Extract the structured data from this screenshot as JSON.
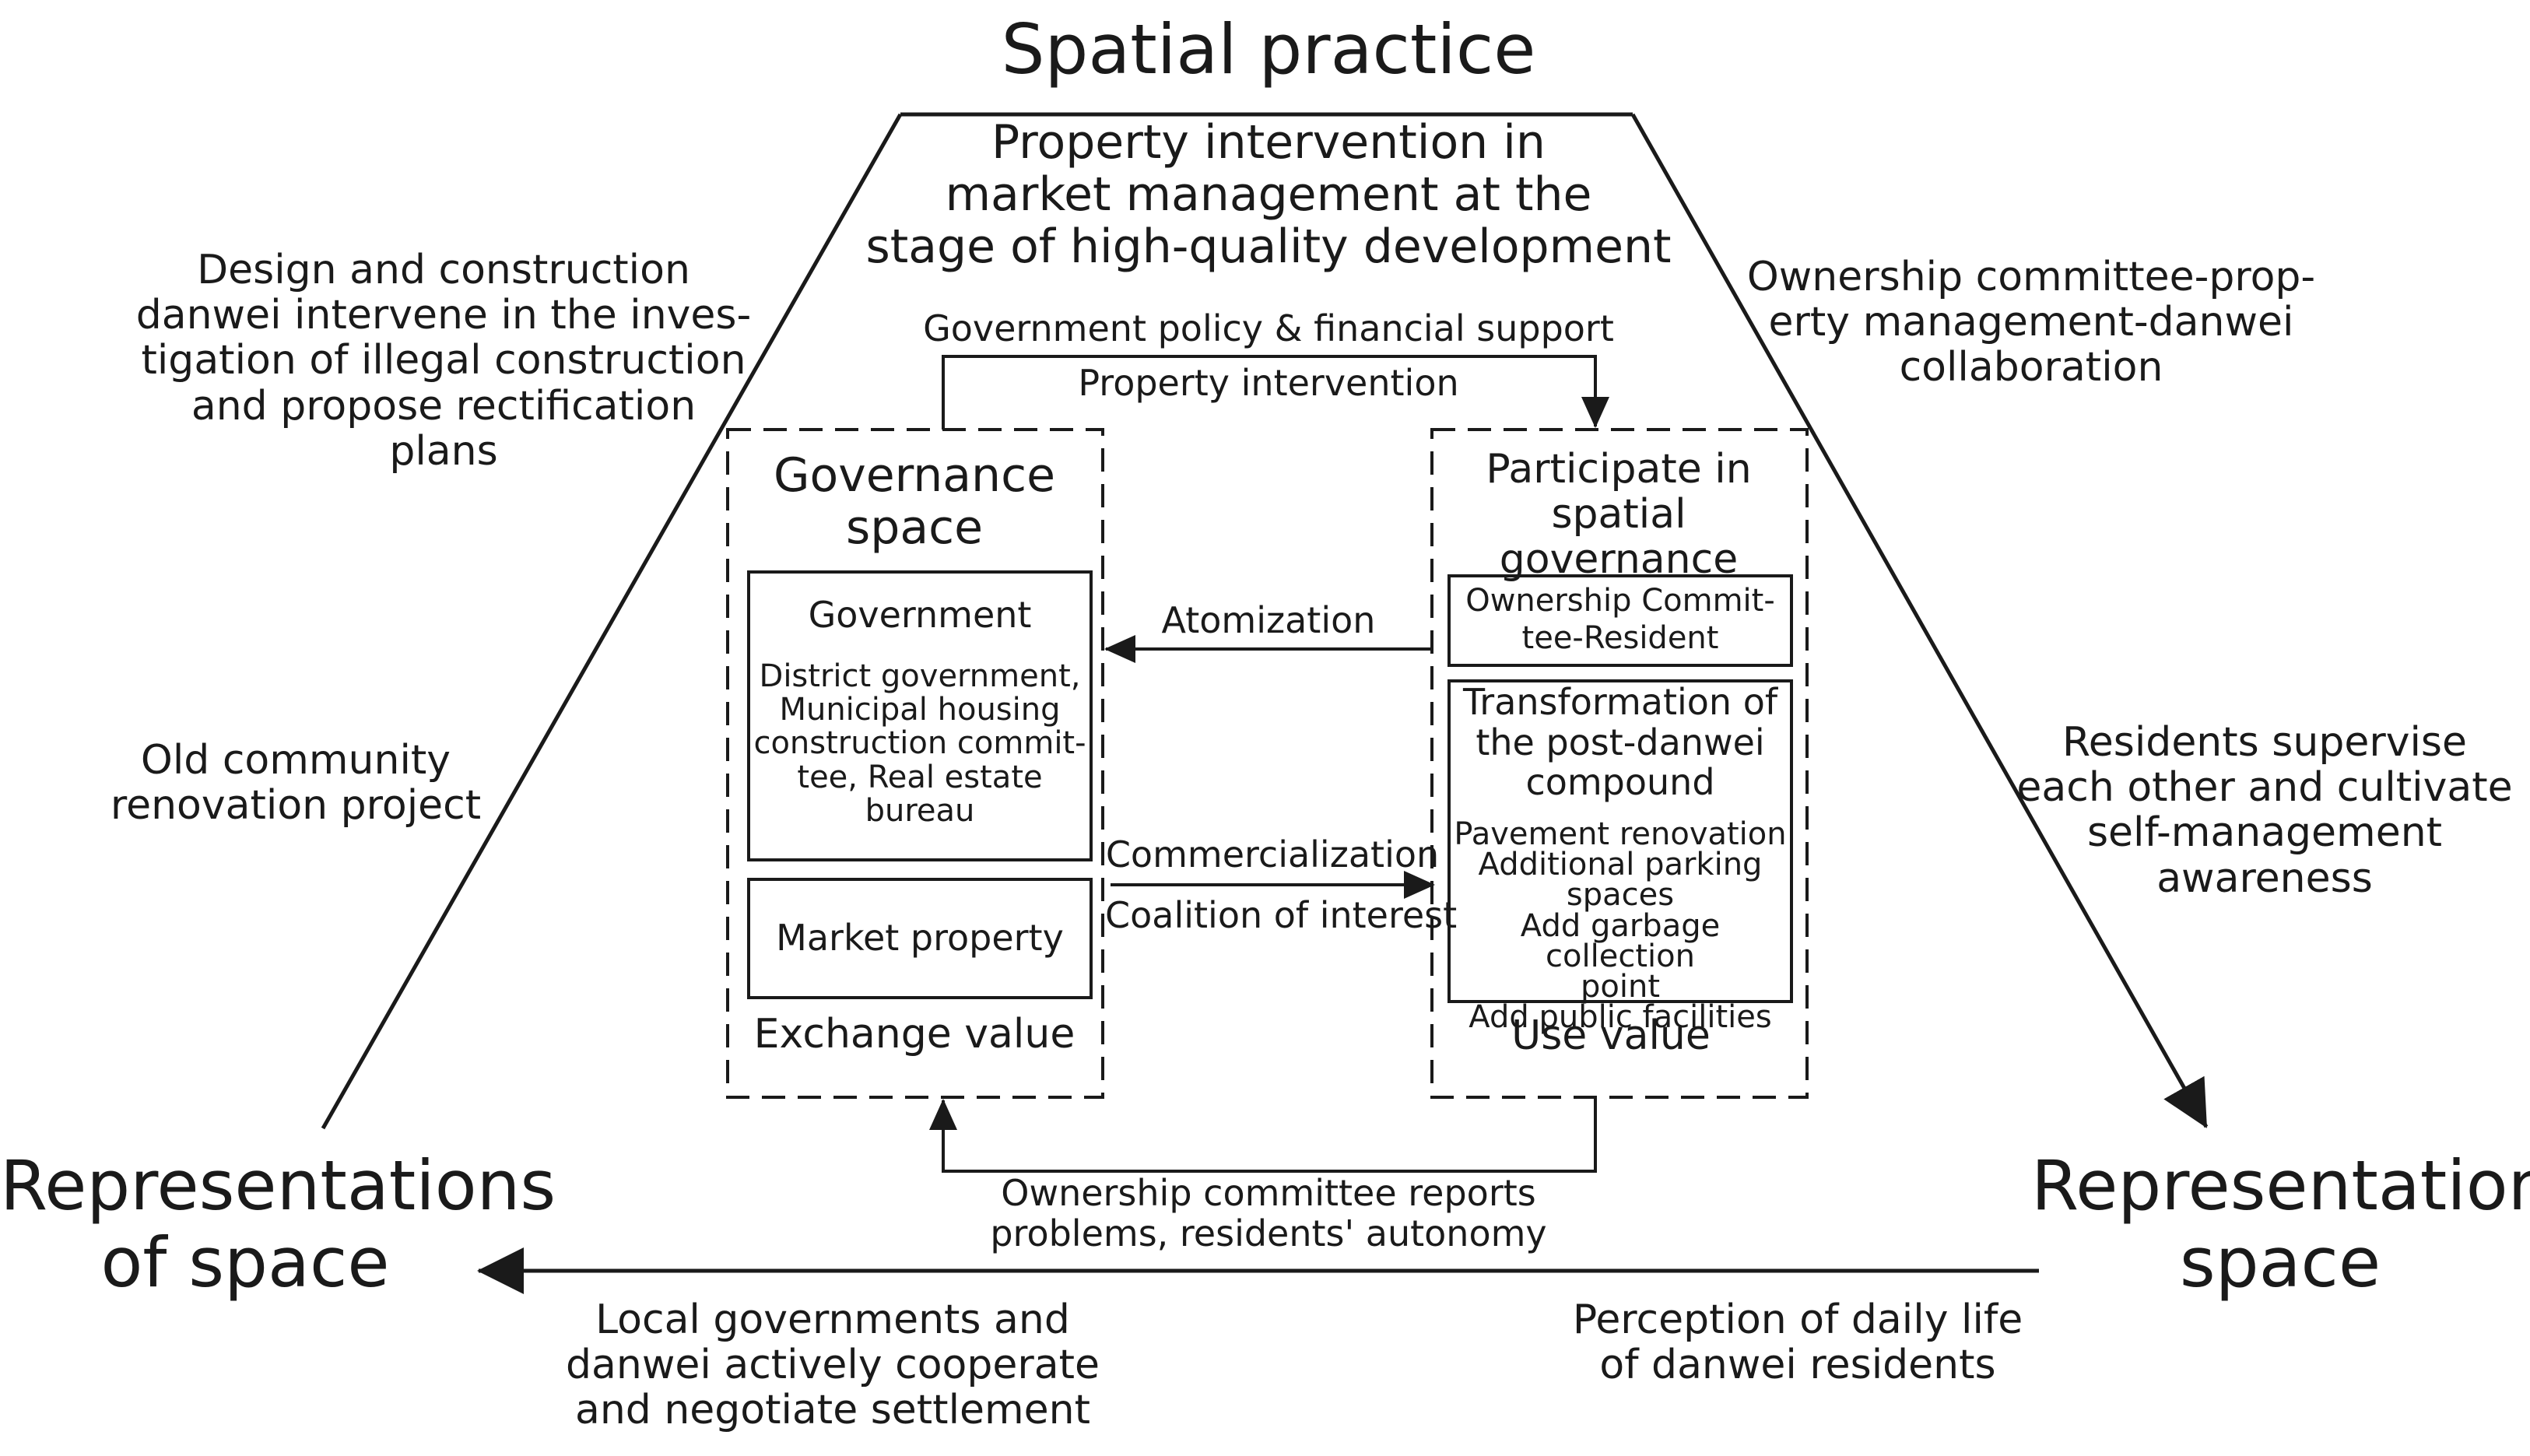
{
  "corners": {
    "top": "Spatial practice",
    "left": "Representations\nof space",
    "right": "Representational\nspace"
  },
  "top_header": "Property intervention in\nmarket management at the\nstage of high-quality development",
  "left_upper_note": "Design and construction\ndanwei intervene in the inves-\ntigation of illegal construction\nand propose rectification\nplans",
  "left_lower_note": "Old community\nrenovation project",
  "right_upper_note": "Ownership committee-prop-\nerty management-danwei\ncollaboration",
  "right_lower_note": "Residents supervise\neach other and cultivate\nself-management\nawareness",
  "bottom_left_note": "Local governments and\ndanwei actively cooperate\nand negotiate settlement",
  "bottom_right_note": "Perception of daily life\nof danwei residents",
  "top_loop": {
    "upper_label": "Government policy & financial support",
    "lower_label": "Property intervention"
  },
  "bottom_loop_label": "Ownership committee reports\nproblems, residents' autonomy",
  "governance": {
    "title": "Governance\nspace",
    "government_heading": "Government",
    "government_detail": "District government,\nMunicipal housing\nconstruction commit-\ntee, Real estate\nbureau",
    "market_property": "Market property",
    "footer": "Exchange value"
  },
  "participation": {
    "title": "Participate in\nspatial governance",
    "committee_box": "Ownership Commit-\ntee-Resident",
    "transformation_heading": "Transformation of\nthe post-danwei\ncompound",
    "transformation_items": "Pavement  renovation\nAdditional parking\nspaces\nAdd garbage collection\npoint\nAdd public facilities",
    "footer": "Use value"
  },
  "middle_arrows": {
    "atomization": "Atomization",
    "commercialization": "Commercialization",
    "coalition": "Coalition of interest"
  },
  "colors": {
    "line": "#1a1a1a",
    "background": "#ffffff"
  }
}
